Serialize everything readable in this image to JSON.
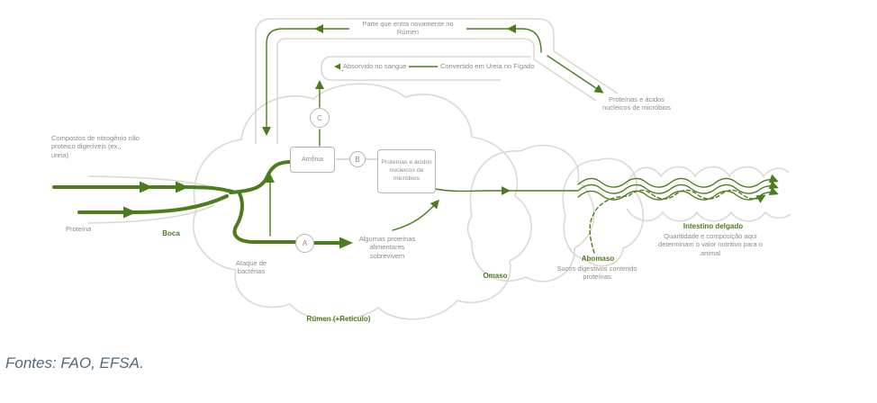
{
  "colors": {
    "green": "#4c7d1d",
    "outline": "#dcd9d2",
    "outline2": "#b8b4ac",
    "text": "#8f8c85",
    "footer": "#51697e"
  },
  "diagram": {
    "top": {
      "recycle": "Parte que entra novamente no Rúmen",
      "absorbed": "Absorvido no sangue",
      "converted": "Convertido em Ureia no Fígado",
      "microbes": "Proteínas e ácidos nucleicos de micróbios"
    },
    "inputs": {
      "compounds": "Compostos de nitrogênio não proteico digeríveis (ex., ureia)",
      "protein": "Proteína"
    },
    "organs": {
      "mouth": "Boca",
      "rumen": "Rúmen (+Retículo)",
      "omasum": "Omaso",
      "abomasum": "Abomaso",
      "abomasum_note": "Sucos digestivos contendo proteínas",
      "intestine": "Intestino delgado",
      "intestine_note": "Quantidade e composição aqui determinam o valor nutritivo para o animal"
    },
    "process": {
      "ammonia": "Amônia",
      "microbes_box": "Proteínas e ácidos nucleicos de micróbios",
      "bacteria": "Ataque de bactérias",
      "survive": "Algumas proteínas alimentares sobrevivem",
      "node_a": "A",
      "node_b": "B",
      "node_c": "C"
    }
  },
  "footer": {
    "sources": "Fontes: FAO, EFSA."
  }
}
